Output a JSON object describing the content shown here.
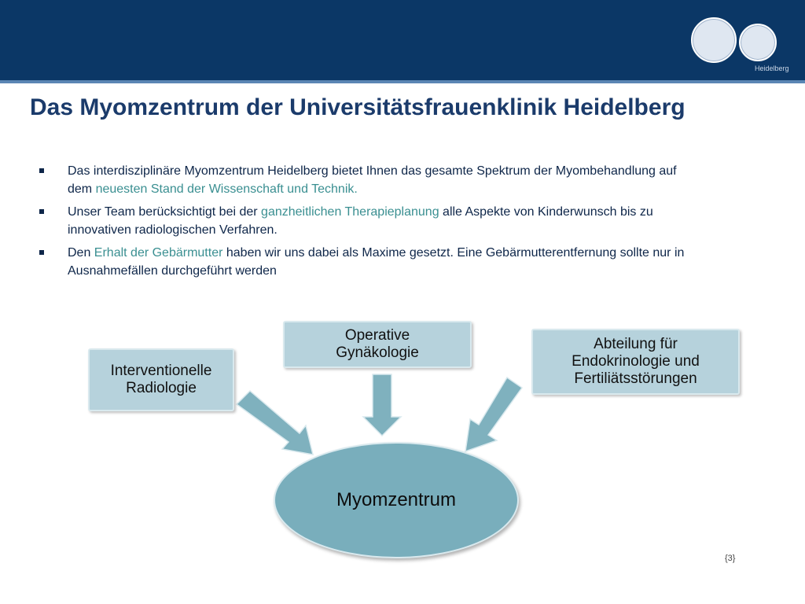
{
  "header": {
    "brand": "Heidelberg",
    "seals": [
      "university-seal-icon",
      "faculty-seal-icon"
    ],
    "bar_color": "#0b3766"
  },
  "slide": {
    "title": "Das Myomzentrum der Universitätsfrauenklinik Heidelberg",
    "bullets": [
      {
        "pre": "Das interdisziplinäre Myomzentrum Heidelberg bietet Ihnen das gesamte Spektrum der Myombehandlung auf dem ",
        "highlight": "neuesten Stand der Wissenschaft und Technik.",
        "post": ""
      },
      {
        "pre": " Unser Team berücksichtigt bei der ",
        "highlight": "ganzheitlichen Therapieplanung",
        "post": " alle Aspekte von Kinderwunsch bis zu innovativen radiologischen Verfahren."
      },
      {
        "pre": "Den ",
        "highlight": "Erhalt der Gebärmutter",
        "post": " haben wir uns dabei als Maxime gesetzt. Eine Gebärmutterentfernung sollte nur in Ausnahmefällen durchgeführt werden"
      }
    ],
    "highlight_color": "#3a8f91"
  },
  "diagram": {
    "left_box": "Interventionelle\nRadiologie",
    "top_box": "Operative\nGynäkologie",
    "right_box": "Abteilung für\nEndokrinologie und\nFertiliätsstörungen",
    "center": "Myomzentrum",
    "box_color": "#b6d2dc",
    "center_color": "#79aebc",
    "arrow_color": "#7fb1be"
  },
  "footer": {
    "page_number": "{3}"
  }
}
